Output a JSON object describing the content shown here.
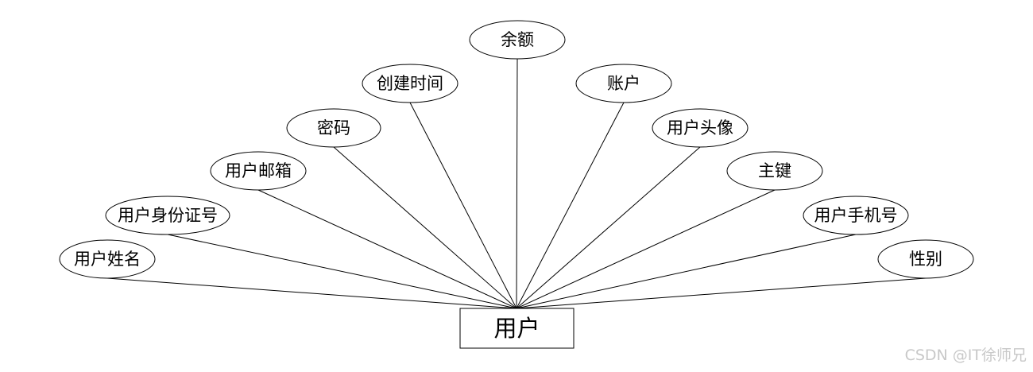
{
  "entity": {
    "name": "用户"
  },
  "attributes": [
    {
      "id": "name",
      "label": "用户姓名"
    },
    {
      "id": "id-card",
      "label": "用户身份证号"
    },
    {
      "id": "email",
      "label": "用户邮箱"
    },
    {
      "id": "password",
      "label": "密码"
    },
    {
      "id": "created-time",
      "label": "创建时间"
    },
    {
      "id": "balance",
      "label": "余额"
    },
    {
      "id": "account",
      "label": "账户"
    },
    {
      "id": "avatar",
      "label": "用户头像"
    },
    {
      "id": "primary-key",
      "label": "主键"
    },
    {
      "id": "phone",
      "label": "用户手机号"
    },
    {
      "id": "gender",
      "label": "性别"
    }
  ],
  "watermark": "CSDN @IT徐师兄"
}
